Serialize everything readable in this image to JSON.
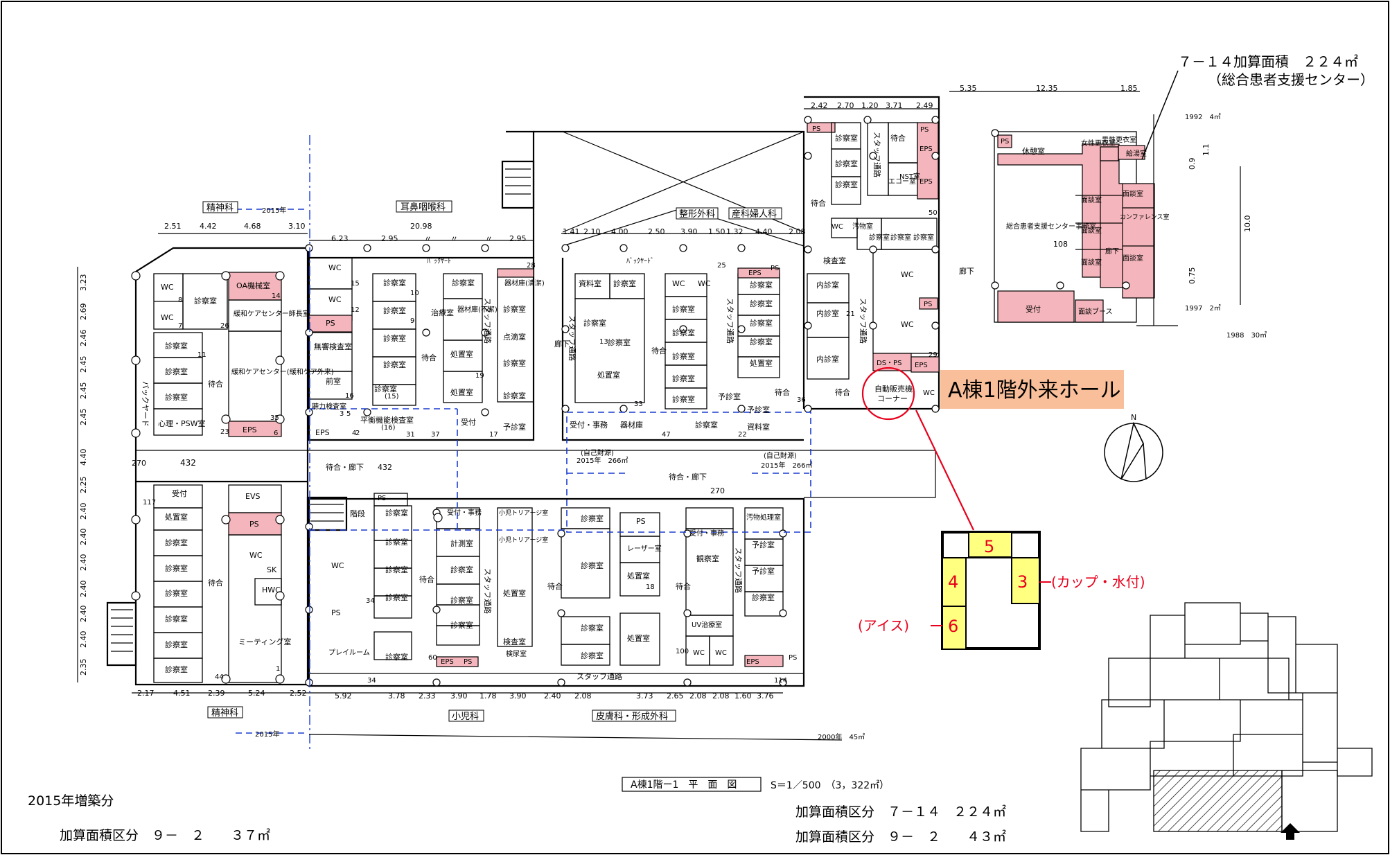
{
  "annotation_top_right": {
    "line1": "７－１４加算面積　２２４㎡",
    "line2": "（総合患者支援センター）"
  },
  "hall_label": "A棟1階外来ホール",
  "vending_circle": {
    "line1": "自動販売機",
    "line2": "コーナー"
  },
  "vending_detail": {
    "slot5": "5",
    "slot4": "4",
    "slot3": "3",
    "slot6": "6",
    "label3": "(カップ・水付)",
    "label6": "(アイス)"
  },
  "title_block": {
    "title": "A棟1階ー1　平　面　図",
    "scale": "S＝1／500　（3，322㎡）"
  },
  "bottom_left": {
    "line1": "2015年増築分",
    "line2": "加算面積区分　９－　２　　３７㎡"
  },
  "bottom_right": {
    "line1": "加算面積区分　７－１４　２２４㎡",
    "line2": "加算面積区分　９－　２　　４３㎡"
  },
  "dept_labels": {
    "seishin_top": "精神科",
    "jibi": "耳鼻咽喉科",
    "seikei": "整形外科",
    "sanfujin": "産科婦人科",
    "seishin_bottom": "精神科",
    "shoni": "小児科",
    "hifu": "皮膚科・形成外科"
  },
  "years": {
    "y2015_top": "2015年",
    "y2015_bottom": "2015年",
    "y2015_mid_left": "2015年　266㎡",
    "y2015_mid_right": "2015年　266㎡",
    "jiko_left": "(自己財源)",
    "jiko_right": "(自己財源)",
    "y1992": "1992　4㎡",
    "y1997": "1997　2㎡",
    "y1988": "1988　30㎡",
    "y2000": "2000年　45㎡"
  },
  "dims_top_left": [
    "2.51",
    "4.42",
    "4.68",
    "3.10",
    "6.23",
    "2.95",
    "20.98",
    "〃",
    "〃",
    "〃",
    "2.95"
  ],
  "dims_top_mid": [
    "1.41",
    "2.10",
    "4.00",
    "2.50",
    "3.90",
    "1.50",
    "1.32",
    "4.40",
    "2.08"
  ],
  "dims_top_right": [
    "2.42",
    "2.70",
    "1.20",
    "3.71",
    "2.49",
    "5.35",
    "12.35",
    "1.85"
  ],
  "dims_left": [
    "3.23",
    "2.69",
    "2.46",
    "2.45",
    "2.45",
    "2.45",
    "4.40",
    "2.25",
    "2.40",
    "2.40",
    "2.40",
    "2.40",
    "2.40",
    "2.40",
    "2.35"
  ],
  "dims_bottom": [
    "2.17",
    "4.51",
    "2.39",
    "5.24",
    "2.52",
    "5.92",
    "3.78",
    "2.33",
    "3.90",
    "1.78",
    "3.90",
    "2.40",
    "2.08",
    "3.73",
    "2.65",
    "2.08",
    "2.08",
    "1.60",
    "3.76"
  ],
  "dims_annex": [
    "0.9",
    "1.1",
    "10.0",
    "0.75"
  ],
  "rooms": {
    "wc": "WC",
    "shinsatsu": "診察室",
    "oa": "OA機械室",
    "kanwa_shicho": "緩和ケアセンター師長室",
    "kanwa_gairai": "緩和ケアセンター(緩和ケア外来)",
    "shinri": "心理・PSW室",
    "machiai": "待合",
    "eps": "EPS",
    "ps": "PS",
    "backyard": "バックヤード",
    "backyard_short": "ﾊﾞｯｸﾔｰﾄﾞ",
    "muon": "無響検査室",
    "maeshitsu": "前室",
    "choryoku": "聴力検査室",
    "heiko": "平衡機能検査室",
    "chiryo": "治療室",
    "kizai_fuketsu": "器材庫(不潔)",
    "kizai_seiketsu": "器材庫(清潔)",
    "shochi": "処置室",
    "tenteki": "点滴室",
    "staff": "スタッフ通路",
    "uketsuke": "受付",
    "yoshin": "予診室",
    "shiryo": "資料室",
    "roka": "廊下",
    "uketsuke_jimu": "受付・事務",
    "kizaiko": "器材庫",
    "machiai_roka": "待合・廊下",
    "kensa": "検査室",
    "naishin": "内診室",
    "obutsu": "汚物室",
    "echo": "エコー室",
    "nst": "NST室",
    "ds_ps": "DS・PS",
    "kyukei": "休憩室",
    "josei": "女性更衣室",
    "dansei": "男性更衣室",
    "kyuto": "給湯室",
    "sogo": "総合患者支援センター事務室",
    "mendan": "面談室",
    "conf": "カンファレンス室",
    "mendan_booth": "面談ブース",
    "kaidan": "階段",
    "evs": "EVS",
    "hwc": "HWC",
    "sk": "SK",
    "meeting": "ミーティング室",
    "playroom": "プレイルーム",
    "triage": "小児トリアージ室",
    "keisoku": "計測室",
    "kensho": "検尿室",
    "laser": "レーザー室",
    "kansatsu": "観察室",
    "uv": "UV治療室",
    "obutsu_shori": "汚物処理室"
  },
  "room_nums": [
    "8",
    "7",
    "26",
    "14",
    "23",
    "35",
    "6",
    "11",
    "15",
    "12",
    "10",
    "9",
    "5",
    "4",
    "16",
    "3",
    "2",
    "31",
    "37",
    "19",
    "17",
    "28",
    "36",
    "33",
    "47",
    "22",
    "13",
    "25",
    "21",
    "50",
    "29",
    "108",
    "34",
    "44",
    "18",
    "60",
    "1",
    "100",
    "114",
    "117",
    "432",
    "270",
    "(15)",
    "(16)"
  ]
}
